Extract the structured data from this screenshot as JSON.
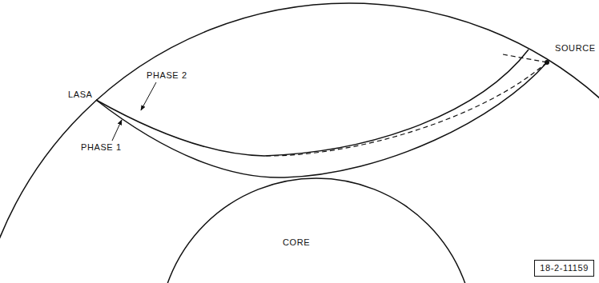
{
  "diagram": {
    "nodes": [
      {
        "text": [
          "CORE"
        ]
      },
      {
        "text": [
          "18-2-11159"
        ]
      }
    ],
    "labels": [
      "LASA",
      "PHASE 2",
      "PHASE 1",
      "SOURCE"
    ]
  }
}
